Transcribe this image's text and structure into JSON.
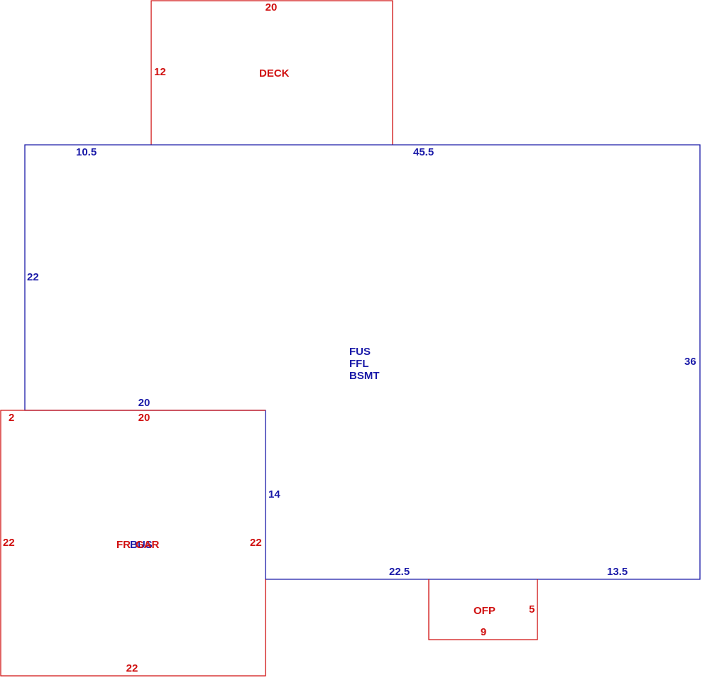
{
  "colors": {
    "main_structure": "#1a1aa8",
    "additions": "#d01010",
    "background": "#ffffff"
  },
  "deck": {
    "name": "DECK",
    "width_dim": "20",
    "depth_dim": "12"
  },
  "main": {
    "area_labels": [
      "FUS",
      "FFL",
      "BSMT"
    ],
    "top_left_dim": "10.5",
    "top_right_dim": "45.5",
    "left_dim": "22",
    "right_dim": "36",
    "notch_top_dim": "20",
    "notch_side_dim": "14",
    "bottom_left_dim": "22.5",
    "bottom_right_dim": "13.5"
  },
  "garage": {
    "name_a": "FR",
    "name_b": "GAR",
    "overlap_label": "BUS",
    "top_dim": "20",
    "corner_dim": "2",
    "left_dim": "22",
    "right_dim": "22",
    "bottom_dim": "22"
  },
  "porch": {
    "name": "OFP",
    "side_dim": "5",
    "bottom_dim": "9"
  }
}
